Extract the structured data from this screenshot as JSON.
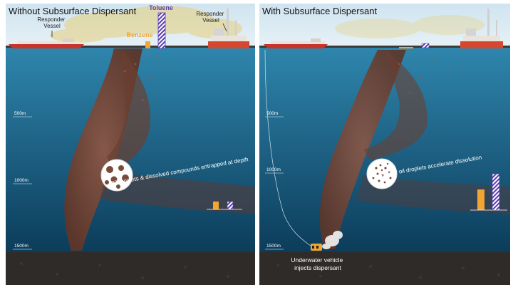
{
  "panels": [
    {
      "title": "Without Subsurface Dispersant",
      "vessel_left": "Responder\nVessel",
      "vessel_right": "Responder\nVessel",
      "toluene": "Toluene",
      "benzene": "Benzene",
      "depths": [
        "500m",
        "1000m",
        "1500m"
      ],
      "droplet_caption": "Oil droplets & dissolved compounds entrapped at depth"
    },
    {
      "title": "With Subsurface Dispersant",
      "depths": [
        "500m",
        "1000m",
        "1500m"
      ],
      "droplet_caption": "Smaller oil droplets accelerate dissolution",
      "vehicle_caption": "Underwater vehicle\ninjects dispersant"
    }
  ],
  "colors": {
    "sky": "#d7e9f3",
    "water_top": "#2c7ea5",
    "water_bottom": "#0d3e5d",
    "seafloor": "#2e2b29",
    "oil": "#7a4a3a",
    "benzene": "#f2a531",
    "toluene": "#5b3db3",
    "ship_hull": "#c8332b"
  }
}
